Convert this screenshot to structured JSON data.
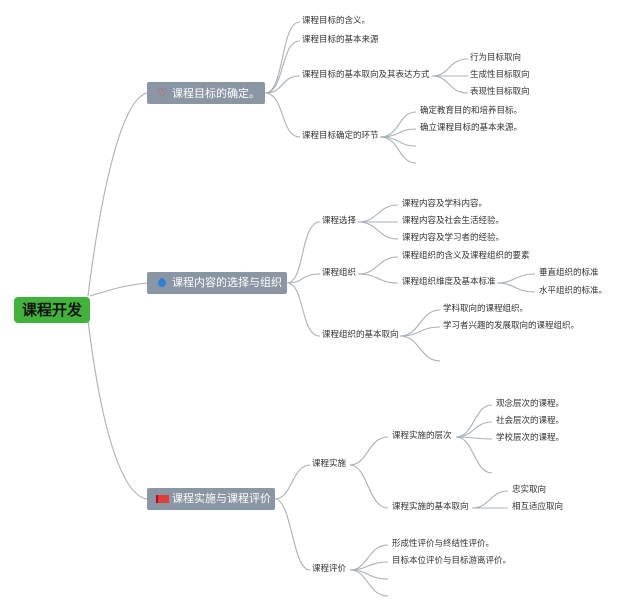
{
  "root": {
    "label": "课程开发"
  },
  "branches": [
    {
      "label": "课程目标的确定。",
      "icon": "heart-icon",
      "items": [
        {
          "label": "课程目标的含义。"
        },
        {
          "label": "课程目标的基本来源"
        },
        {
          "label": "课程目标的基本取向及其表达方式",
          "children": [
            "行为目标取向",
            "生成性目标取向",
            "表现性目标取向"
          ]
        },
        {
          "label": "课程目标确定的环节",
          "children": [
            "确定教育目的和培养目标。",
            "确立课程目标的基本来源。",
            "",
            ""
          ]
        }
      ]
    },
    {
      "label": "课程内容的选择与组织",
      "icon": "water-drop-icon",
      "items": [
        {
          "label": "课程选择",
          "children": [
            "课程内容及学科内容。",
            "课程内容及社会生活经验。",
            "课程内容及学习者的经验。"
          ]
        },
        {
          "label": "课程组织",
          "children": [
            "课程组织的含义及课程组织的要素",
            "课程组织维度及基本标准"
          ],
          "grandchildren": [
            "垂直组织的标准",
            "水平组织的标准。"
          ]
        },
        {
          "label": "课程组织的基本取向",
          "children": [
            "学科取向的课程组织。",
            "学习者兴趣的发展取向的课程组织。",
            ""
          ]
        }
      ]
    },
    {
      "label": "课程实施与课程评价",
      "icon": "flag-icon",
      "items": [
        {
          "label": "课程实施",
          "children": [
            "课程实施的层次",
            "课程实施的基本取向"
          ],
          "levels": [
            "观念层次的课程。",
            "社会层次的课程。",
            "学校层次的课程。",
            ""
          ],
          "orientations": [
            "忠实取向",
            "相互适应取向"
          ]
        },
        {
          "label": "课程评价",
          "children": [
            "形成性评价与终结性评价。",
            "目标本位评价与目标游离评价。",
            "",
            ""
          ]
        }
      ]
    }
  ]
}
